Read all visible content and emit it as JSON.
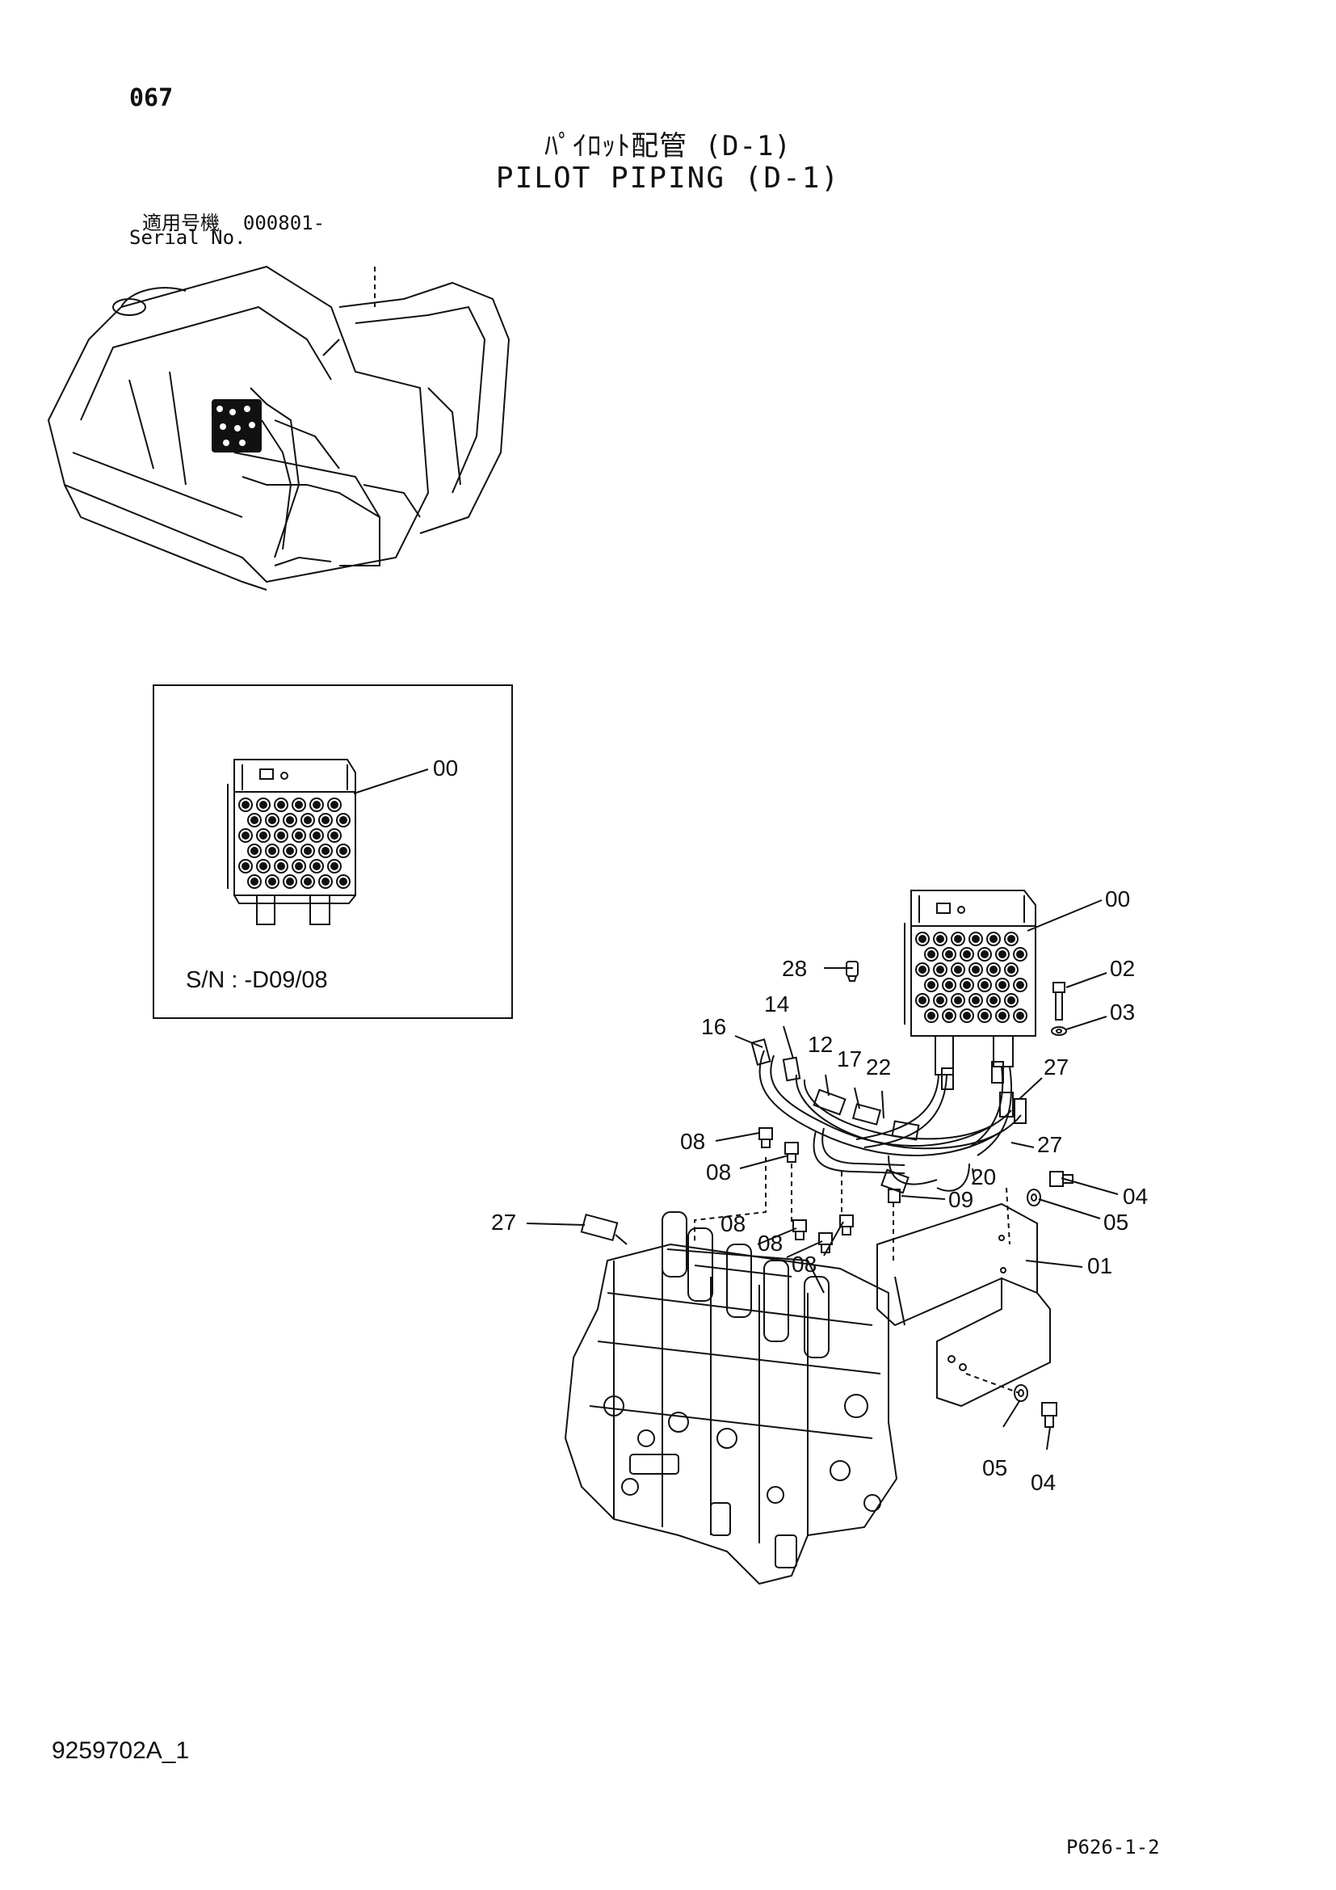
{
  "page_number": "067",
  "title_jp": "ﾊﾟｲﾛｯﾄ配管 (D-1)",
  "title_en": "PILOT PIPING (D-1)",
  "serial": {
    "label_jp": "適用号機",
    "value": "000801-",
    "label_en": "Serial No."
  },
  "inset": {
    "callout": "00",
    "serial_note": "S/N : -D09/08"
  },
  "callouts": {
    "c00": "00",
    "c28": "28",
    "c02": "02",
    "c03": "03",
    "c16": "16",
    "c14": "14",
    "c12": "12",
    "c17": "17",
    "c22": "22",
    "c27a": "27",
    "c08a": "08",
    "c27b": "27",
    "c08b": "08",
    "c20": "20",
    "c09": "09",
    "c04a": "04",
    "c05a": "05",
    "c27c": "27",
    "c08c": "08",
    "c08d": "08",
    "c08e": "08",
    "c01": "01",
    "c05b": "05",
    "c04b": "04"
  },
  "document_number": "9259702A_1",
  "page_reference": "P626-1-2"
}
